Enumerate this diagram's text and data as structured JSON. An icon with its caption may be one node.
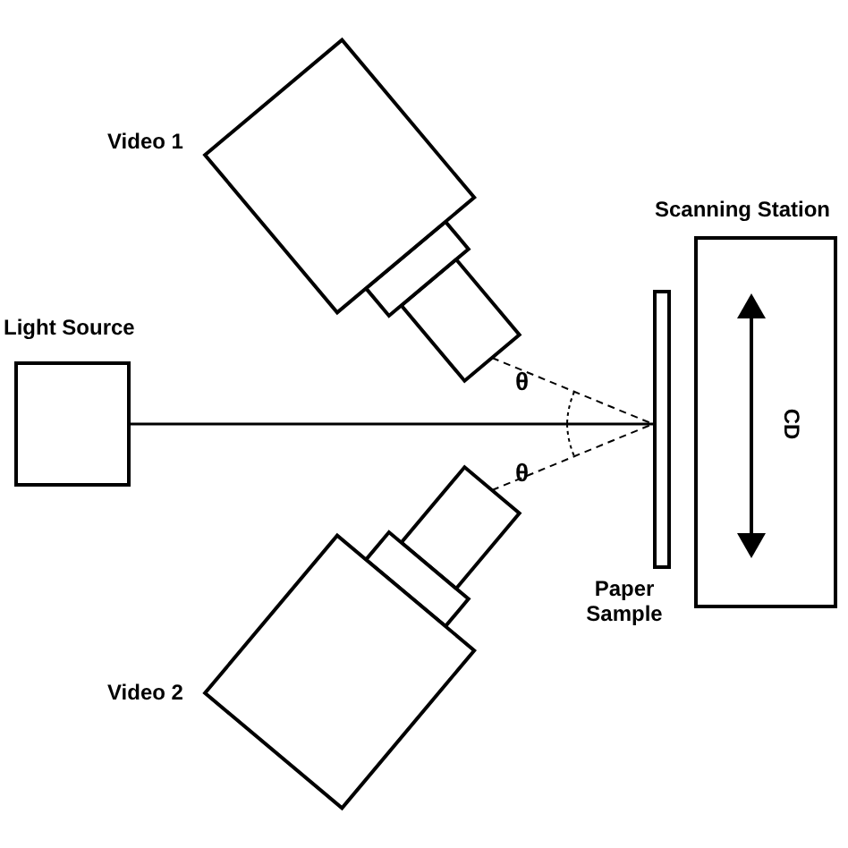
{
  "diagram": {
    "nodes": [
      {
        "text": [
          "Light Source"
        ]
      },
      {
        "text": [
          "Video 1"
        ]
      },
      {
        "text": [
          "Video 2"
        ]
      },
      {
        "text": [
          "Paper Sample"
        ]
      },
      {
        "text": [
          "Scanning Station",
          "CD"
        ]
      }
    ],
    "edges": [
      {
        "from": 0,
        "to": 3,
        "arrow": "none"
      },
      {
        "from": 1,
        "to": 3,
        "arrow": "none",
        "style": "dashed"
      },
      {
        "from": 2,
        "to": 3,
        "arrow": "none",
        "style": "dashed"
      }
    ],
    "labels": [
      "θ",
      "θ"
    ]
  }
}
